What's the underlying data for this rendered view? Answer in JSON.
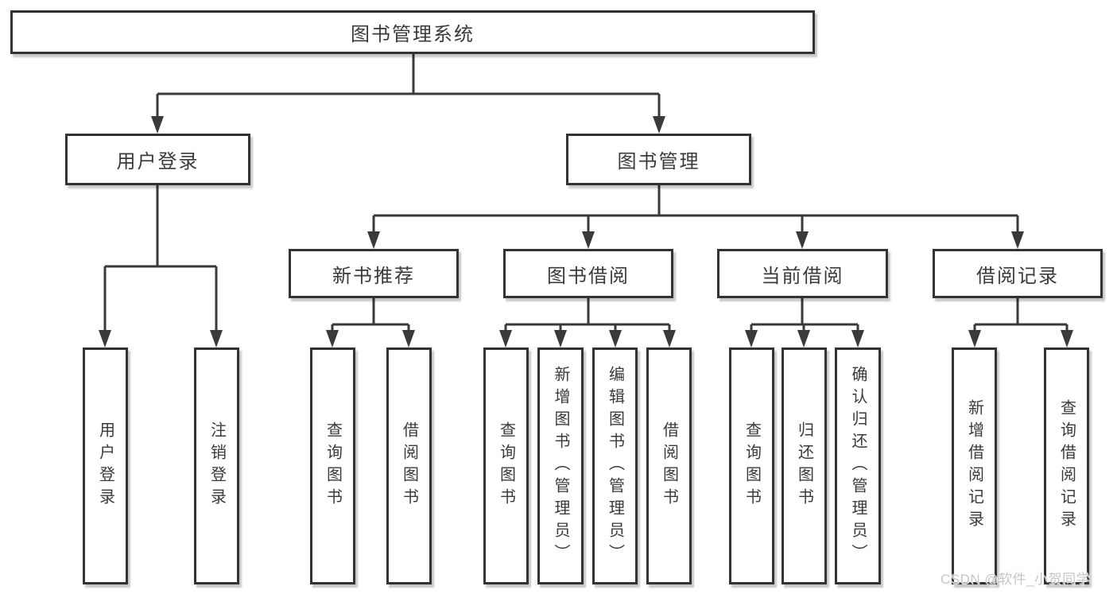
{
  "nodes": {
    "root": "图书管理系统",
    "user_login": "用户登录",
    "book_management": "图书管理",
    "new_book_recommend": "新书推荐",
    "book_borrowing": "图书借阅",
    "current_borrowing": "当前借阅",
    "borrowing_records": "借阅记录",
    "leaf_user_login": "用户登录",
    "leaf_logout_login": "注销登录",
    "leaf_nb_query_books": "查询图书",
    "leaf_nb_borrow_books": "借阅图书",
    "leaf_bb_query_books": "查询图书",
    "leaf_bb_add_books": "新增图书（管理员）",
    "leaf_bb_edit_books": "编辑图书（管理员）",
    "leaf_bb_borrow_books": "借阅图书",
    "leaf_cb_query_books": "查询图书",
    "leaf_cb_return_books": "归还图书",
    "leaf_cb_confirm_return": "确认归还（管理员）",
    "leaf_br_add_record": "新增借阅记录",
    "leaf_br_query_record": "查询借阅记录"
  },
  "watermark": "CSDN @软件_小贺同学",
  "colors": {
    "line": "#3a3a3a",
    "box_border": "#333333",
    "text": "#3a3a3a",
    "background": "#ffffff",
    "watermark": "#c6c6c6"
  }
}
